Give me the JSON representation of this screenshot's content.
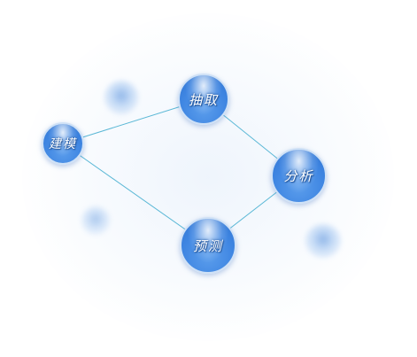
{
  "diagram": {
    "nodes": [
      {
        "id": "jianmo",
        "label": "建模"
      },
      {
        "id": "chouqu",
        "label": "抽取"
      },
      {
        "id": "fenxi",
        "label": "分析"
      },
      {
        "id": "yuce",
        "label": "预测"
      }
    ],
    "edges": [
      {
        "from": "jianmo",
        "to": "chouqu"
      },
      {
        "from": "chouqu",
        "to": "fenxi"
      },
      {
        "from": "fenxi",
        "to": "yuce"
      },
      {
        "from": "yuce",
        "to": "jianmo"
      }
    ],
    "colors": {
      "edge": "#5bb8d6",
      "node": "#3f86e2",
      "node_border": "#cfe1f6",
      "label": "#ffffff"
    }
  }
}
